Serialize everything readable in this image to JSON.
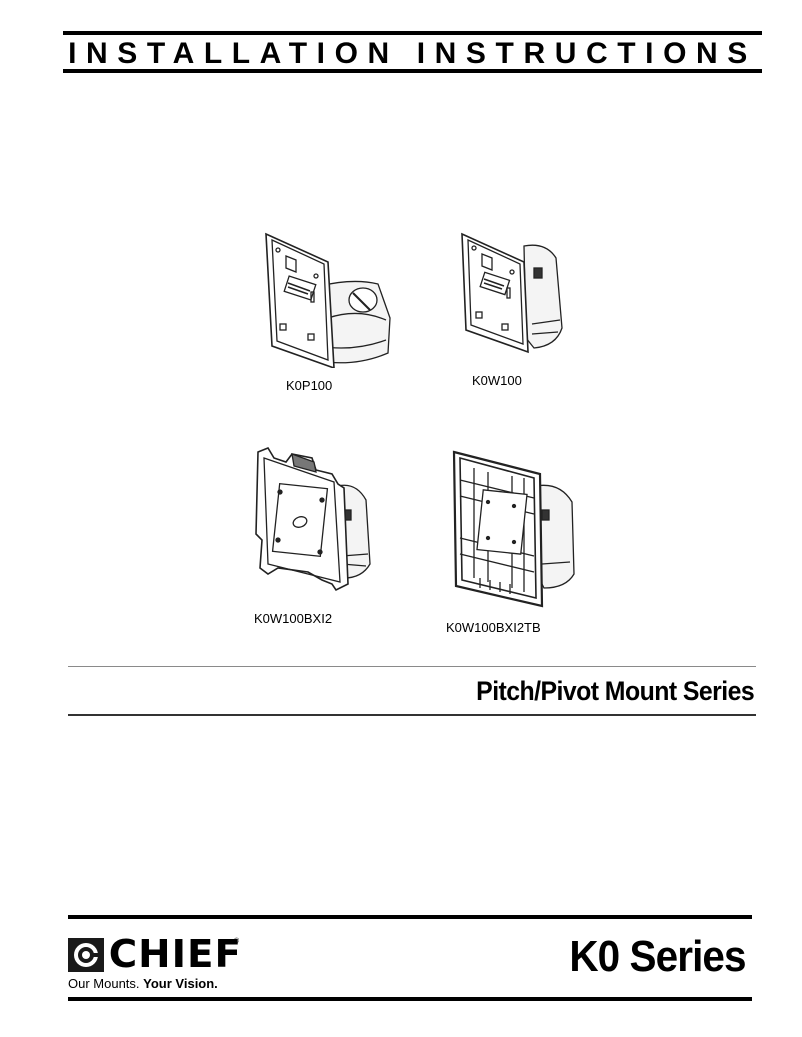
{
  "header": {
    "title": "INSTALLATION INSTRUCTIONS"
  },
  "products": [
    {
      "model": "K0P100",
      "icon": "pitch-pivot-mount-illustration"
    },
    {
      "model": "K0W100",
      "icon": "wall-pivot-mount-illustration"
    },
    {
      "model": "K0W100BXI2",
      "icon": "bracket-mount-illustration"
    },
    {
      "model": "K0W100BXI2TB",
      "icon": "tablet-frame-mount-illustration"
    }
  ],
  "subtitle": "Pitch/Pivot Mount Series",
  "footer": {
    "brand": "CHIEF",
    "registered": "®",
    "tagline_regular": "Our Mounts.",
    "tagline_bold": "Your Vision.",
    "series": "K0 Series"
  }
}
